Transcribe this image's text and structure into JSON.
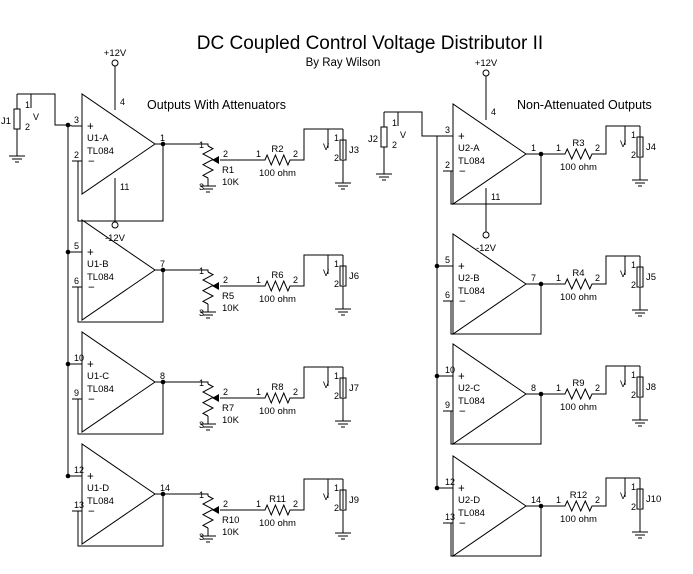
{
  "title": "DC Coupled Control Voltage Distributor II",
  "author": "By Ray Wilson",
  "sections": {
    "attenuated": "Outputs With Attenuators",
    "non_attenuated": "Non-Attenuated Outputs"
  },
  "power": {
    "pos": "+12V",
    "neg": "-12V"
  },
  "inputs": [
    {
      "ref": "J1",
      "pin1": "1",
      "pin2": "2",
      "v": "V"
    },
    {
      "ref": "J2",
      "pin1": "1",
      "pin2": "2",
      "v": "V"
    }
  ],
  "opamp_type": "TL084",
  "pin_labels": {
    "pot1": "1",
    "pot2": "2",
    "pot3": "3",
    "res1": "1",
    "res2": "2",
    "jack1": "1",
    "jack2": "2",
    "v": "V",
    "vcc": "4",
    "vee": "11"
  },
  "attenuated_channels": [
    {
      "amp": "U1-A",
      "in_plus": "3",
      "in_minus": "2",
      "out": "1",
      "pot": "R1",
      "pot_value": "10K",
      "res": "R2",
      "res_value": "100 ohm",
      "jack": "J3"
    },
    {
      "amp": "U1-B",
      "in_plus": "5",
      "in_minus": "6",
      "out": "7",
      "pot": "R5",
      "pot_value": "10K",
      "res": "R6",
      "res_value": "100 ohm",
      "jack": "J6"
    },
    {
      "amp": "U1-C",
      "in_plus": "10",
      "in_minus": "9",
      "out": "8",
      "pot": "R7",
      "pot_value": "10K",
      "res": "R8",
      "res_value": "100 ohm",
      "jack": "J7"
    },
    {
      "amp": "U1-D",
      "in_plus": "12",
      "in_minus": "13",
      "out": "14",
      "pot": "R10",
      "pot_value": "10K",
      "res": "R11",
      "res_value": "100 ohm",
      "jack": "J9"
    }
  ],
  "direct_channels": [
    {
      "amp": "U2-A",
      "in_plus": "3",
      "in_minus": "2",
      "out": "1",
      "res": "R3",
      "res_value": "100 ohm",
      "jack": "J4"
    },
    {
      "amp": "U2-B",
      "in_plus": "5",
      "in_minus": "6",
      "out": "7",
      "res": "R4",
      "res_value": "100 ohm",
      "jack": "J5"
    },
    {
      "amp": "U2-C",
      "in_plus": "10",
      "in_minus": "9",
      "out": "8",
      "res": "R9",
      "res_value": "100 ohm",
      "jack": "J8"
    },
    {
      "amp": "U2-D",
      "in_plus": "12",
      "in_minus": "13",
      "out": "14",
      "res": "R12",
      "res_value": "100 ohm",
      "jack": "J10"
    }
  ]
}
